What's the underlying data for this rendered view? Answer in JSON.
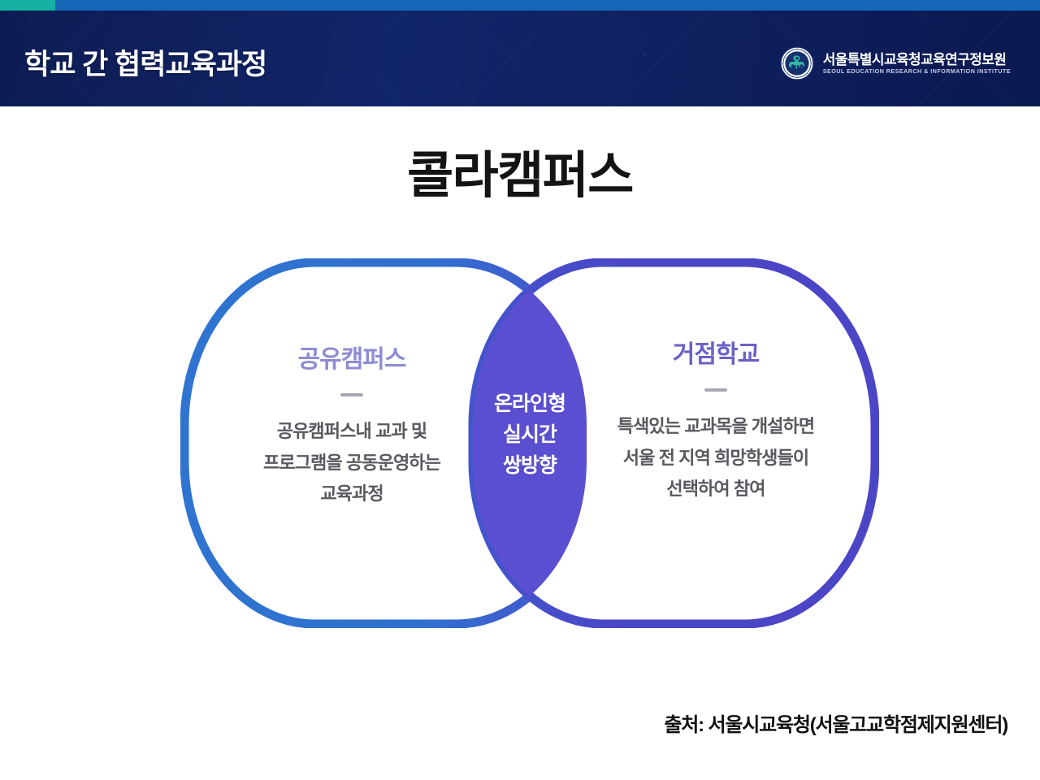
{
  "topbar": {
    "accent_teal": "#15b1a5",
    "accent_blue": "#1567b8"
  },
  "header": {
    "title": "학교 간 협력교육과정",
    "background_color": "#0e1f5c",
    "logo": {
      "name_ko": "서울특별시교육청교육연구정보원",
      "name_en": "SEOUL EDUCATION RESEARCH & INFORMATION INSTITUTE",
      "seal_icon": "seoul-education-institute-seal-icon"
    }
  },
  "main": {
    "title": "콜라캠퍼스",
    "diagram": {
      "type": "venn",
      "left": {
        "heading": "공유캠퍼스",
        "heading_color": "#8e8cd4",
        "stroke_color": "#2f74d0",
        "body_lines": [
          "공유캠퍼스내 교과 및",
          "프로그램을 공동운영하는",
          "교육과정"
        ]
      },
      "right": {
        "heading": "거점학교",
        "heading_color": "#6b62c6",
        "stroke_color": "#4b46c6",
        "body_lines": [
          "특색있는 교과목을 개설하면",
          "서울 전 지역 희망학생들이",
          "선택하여 참여"
        ]
      },
      "intersection": {
        "fill_color": "#5a4fd0",
        "lines": [
          "온라인형",
          "실시간",
          "쌍방향"
        ]
      }
    }
  },
  "footer": {
    "source": "출처: 서울시교육청(서울고교학점제지원센터)"
  }
}
